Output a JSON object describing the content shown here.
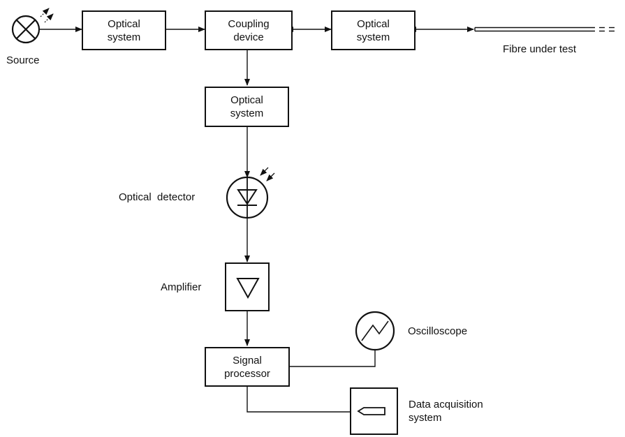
{
  "blocks": {
    "optical_system_1": {
      "line1": "Optical",
      "line2": "system"
    },
    "coupling_device": {
      "line1": "Coupling",
      "line2": "device"
    },
    "optical_system_2": {
      "line1": "Optical",
      "line2": "system"
    },
    "optical_system_3": {
      "line1": "Optical",
      "line2": "system"
    },
    "signal_processor": {
      "line1": "Signal",
      "line2": "processor"
    }
  },
  "labels": {
    "source": "Source",
    "fibre": "Fibre under test",
    "optical_detector": "Optical  detector",
    "amplifier": "Amplifier",
    "oscilloscope": "Oscilloscope",
    "data_acquisition_line1": "Data acquisition",
    "data_acquisition_line2": "system"
  },
  "icons": {
    "source": "lamp-icon",
    "detector": "photodiode-icon",
    "amplifier": "amplifier-triangle-icon",
    "oscilloscope": "oscilloscope-icon",
    "data_acquisition": "recorder-pen-icon"
  },
  "colors": {
    "line": "#111111",
    "background": "#ffffff"
  }
}
